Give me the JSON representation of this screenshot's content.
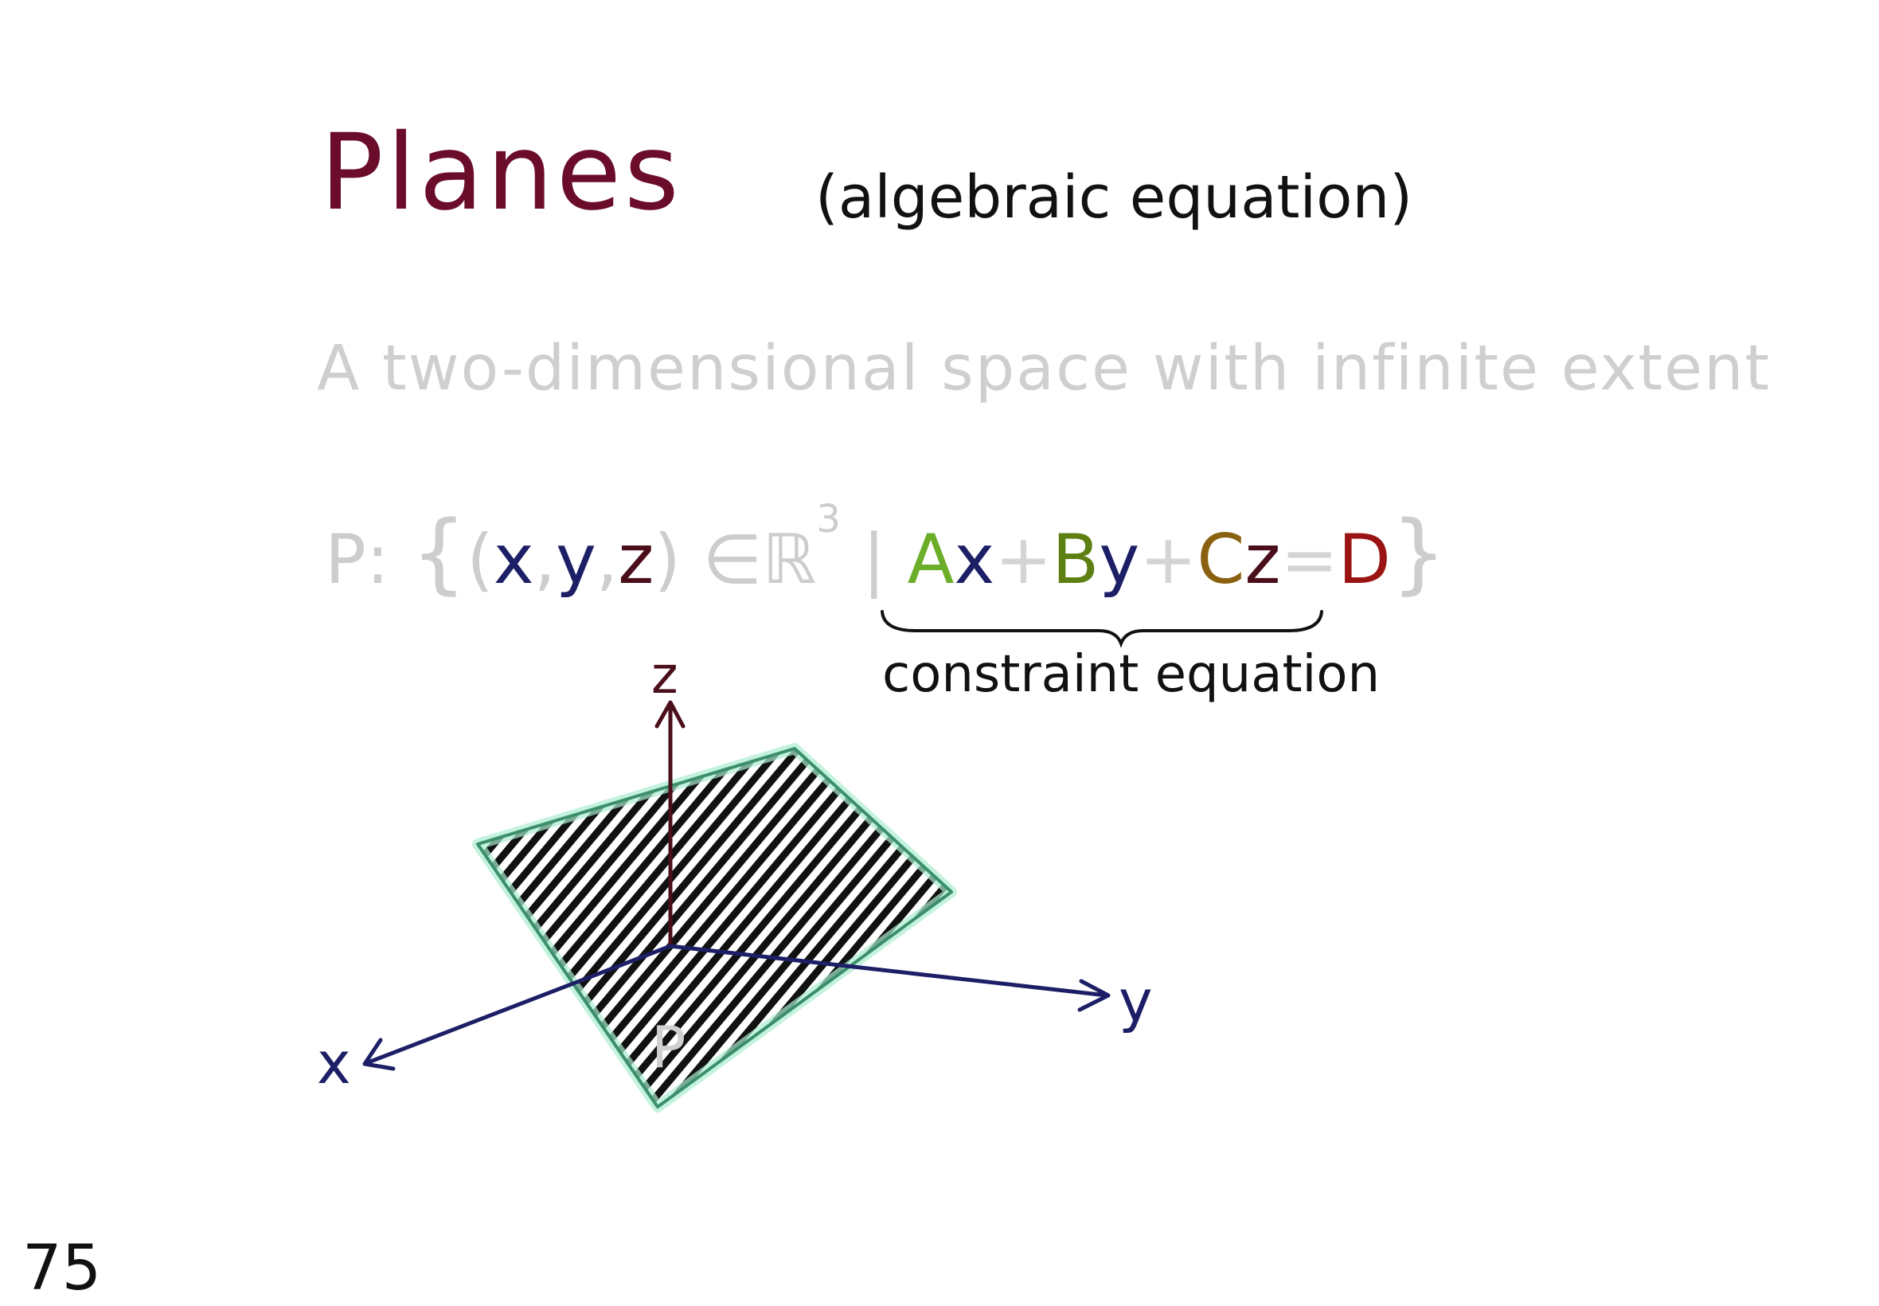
{
  "title": "Planes",
  "subtitle": "(algebraic equation)",
  "definition": "A two-dimensional space with infinite extent",
  "set_notation": {
    "prefix": "P:",
    "open_brace": "{",
    "open_paren": "(",
    "x": "x",
    "comma1": ",",
    "y": "y",
    "comma2": ",",
    "z": "z",
    "close_paren": ")",
    "element_of": "∈",
    "reals": "ℝ",
    "superscript": "3",
    "bar": "|",
    "coef_a": "A",
    "var_x": "x",
    "plus1": "+",
    "coef_b": "B",
    "var_y": "y",
    "plus2": "+",
    "coef_c": "C",
    "var_z": "z",
    "equals": "=",
    "coef_d": "D",
    "close_brace": "}"
  },
  "constraint_label": "constraint equation",
  "diagram": {
    "axis_x_label": "x",
    "axis_y_label": "y",
    "axis_z_label": "z",
    "plane_label": "P"
  },
  "page_number": "75",
  "colors": {
    "title": "#6b0d2a",
    "axis_xy": "#1c1f66",
    "axis_z": "#4a0f1a",
    "plane_border": "#6fd6a6",
    "faded_text": "#cfcfcf"
  }
}
